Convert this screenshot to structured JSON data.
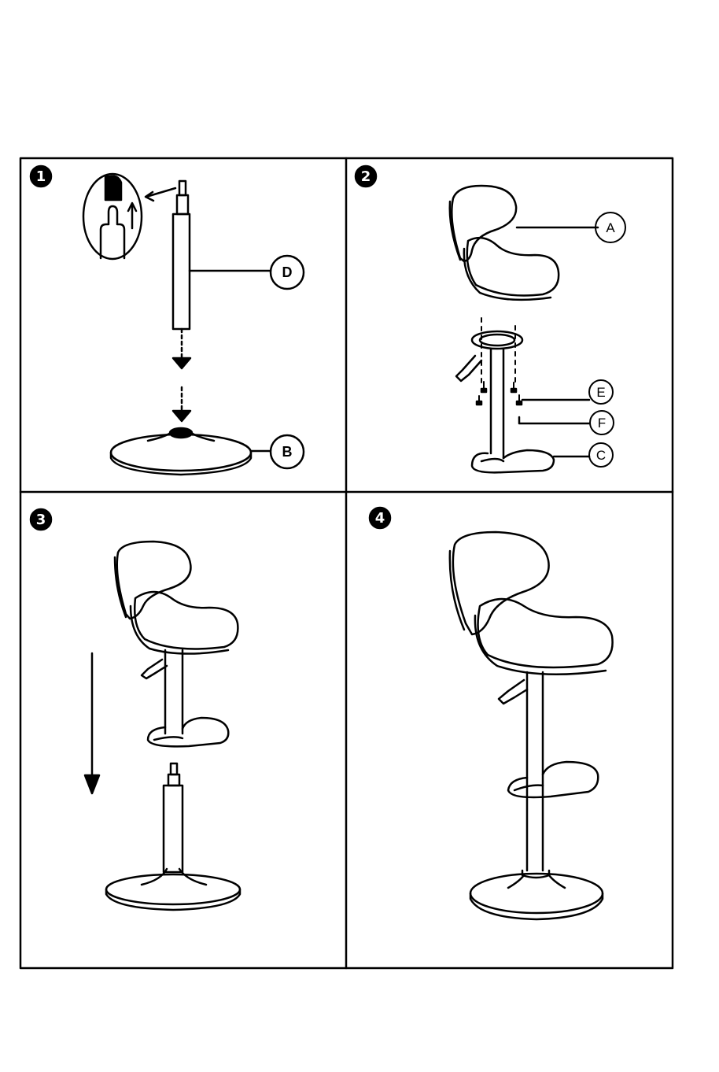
{
  "steps": [
    {
      "number": "1",
      "labels": {
        "tube": "D",
        "base": "B"
      }
    },
    {
      "number": "2",
      "labels": {
        "seat": "A",
        "screw": "E",
        "washer": "F",
        "frame": "C"
      }
    },
    {
      "number": "3"
    },
    {
      "number": "4"
    }
  ],
  "colors": {
    "line": "#000000",
    "background": "#ffffff",
    "badge": "#000000"
  }
}
